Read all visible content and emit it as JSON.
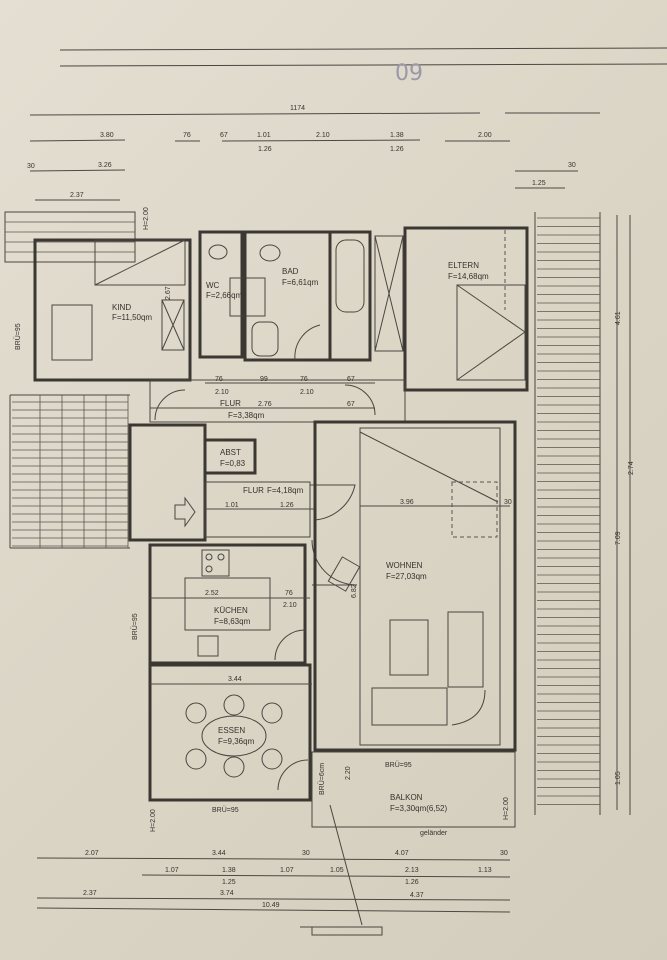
{
  "sheet": {
    "handwritten_mark": "09",
    "colors": {
      "paper": "#dcd6c7",
      "ink": "#3b3833"
    }
  },
  "rooms": {
    "kind": {
      "name": "KIND",
      "area": "F=11,50qm"
    },
    "wc": {
      "name": "WC",
      "area": "F=2,66qm"
    },
    "bad": {
      "name": "BAD",
      "area": "F=6,61qm"
    },
    "eltern": {
      "name": "ELTERN",
      "area": "F=14,68qm"
    },
    "flur1": {
      "name": "FLUR",
      "area": "F=3,38qm"
    },
    "abst": {
      "name": "ABST",
      "area": "F=0,83"
    },
    "flur2": {
      "name": "FLUR",
      "area": "F=4,18qm"
    },
    "wohnen": {
      "name": "WOHNEN",
      "area": "F=27,03qm"
    },
    "kuechen": {
      "name": "KÜCHEN",
      "area": "F=8,63qm"
    },
    "essen": {
      "name": "ESSEN",
      "area": "F=9,36qm"
    },
    "balkon": {
      "name": "BALKON",
      "area": "F=3,30qm(6,52)"
    }
  },
  "dimensions": {
    "top": {
      "overall": "1174",
      "row1": [
        "3.80",
        "76",
        "67",
        "1.01",
        "2.10",
        "1.38",
        "2.00"
      ],
      "row1_sub": [
        "1.26",
        "1.26"
      ],
      "row2": [
        "30",
        "3.26",
        "30"
      ],
      "row3": [
        "2.37",
        "1.25"
      ]
    },
    "interior": {
      "flur_row": [
        "76",
        "99",
        "76",
        "67",
        "2.10",
        "2.10",
        "2.76",
        "67"
      ],
      "kind_side": "2.67",
      "flur2": [
        "1.01",
        "1.26"
      ],
      "wohnen_width": "3.96",
      "wohnen_depth": "6.82",
      "kuechen": [
        "2.52",
        "76",
        "2.10"
      ],
      "essen_width": "3.44",
      "balkon_door": "2.20",
      "right_gap": "30"
    },
    "right": [
      "4.61",
      "2.74",
      "7.09",
      "1.05"
    ],
    "bottom": {
      "row1": [
        "2.07",
        "3.44",
        "30",
        "4.07",
        "30"
      ],
      "row2": [
        "1.07",
        "1.38",
        "1.07",
        "1.05",
        "2.13",
        "1.13"
      ],
      "row2_sub": [
        "1.25",
        "1.26"
      ],
      "row3": [
        "2.37",
        "3.74",
        "4.37"
      ],
      "overall": "10.49"
    }
  },
  "notes": {
    "brue_left": "BRÜ=95",
    "brue_kitchen": "BRÜ=95",
    "brue_essen": "BRÜ=95",
    "brue_wohnen": "BRÜ=95",
    "brue_balkon_door": "BRÜ=6cm",
    "h_left": "H=2.00",
    "h_right": "H=2.00",
    "h_top": "H=2.00",
    "gelaender": "geländer"
  }
}
